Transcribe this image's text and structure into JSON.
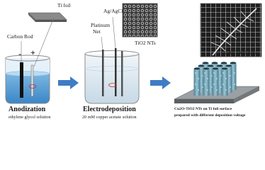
{
  "labels": {
    "ti_foil": "Ti foil",
    "carbon_rod": "Carbon Rod",
    "minus": "-",
    "plus": "+",
    "ag_agcl": "Ag/AgCl",
    "platinum": "Platinum",
    "net": "Net",
    "tio2_nts": "TiO2 NTs",
    "cu2o_tio2_nts": "Cu2O-TiO2 NTs"
  },
  "steps": {
    "anodization": {
      "title": "Anodization",
      "subtitle": "ethylene glycol solution"
    },
    "electrodeposition": {
      "title": "Electrodeposition",
      "subtitle": "20 mM copper acetate solution"
    },
    "result": {
      "line1": "Cu2O-TiO2 NTs on Ti foil surface",
      "line2": "prepared with different deposition voltage"
    }
  },
  "colors": {
    "arrow": "#3f7cc4",
    "solution": "#5ba3dc",
    "solution_light": "#d7e7f1",
    "sem_dark": "#2a2a2a"
  },
  "icons": [
    "flow-arrow-icon",
    "ring-icon",
    "nanotube-array-icon"
  ]
}
